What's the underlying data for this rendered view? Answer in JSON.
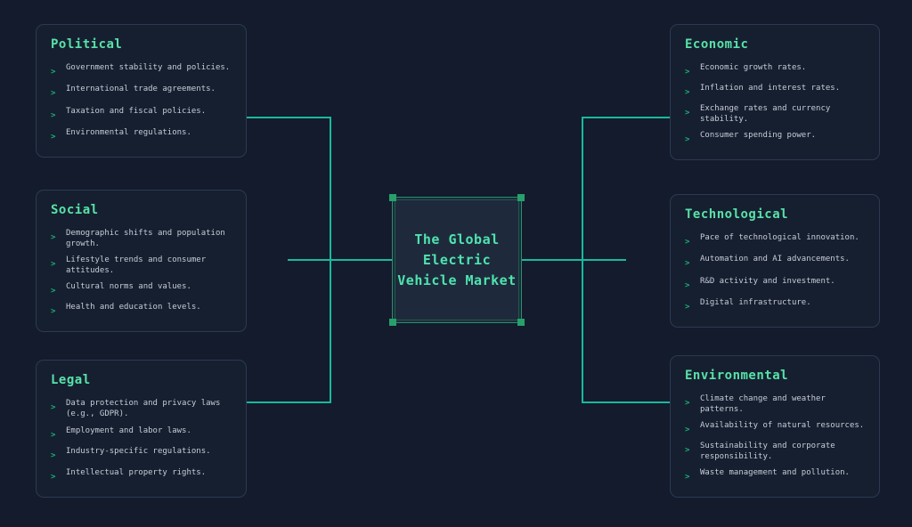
{
  "center": {
    "title": "The Global Electric Vehicle Market",
    "lines": [
      "The Global",
      "Electric",
      "Vehicle Market"
    ]
  },
  "ui": {
    "bullet_char": ">"
  },
  "categories": [
    {
      "title": "Political",
      "items": [
        "Government stability and policies.",
        "International trade agreements.",
        "Taxation and fiscal policies.",
        "Environmental regulations."
      ]
    },
    {
      "title": "Social",
      "items": [
        "Demographic shifts and population growth.",
        "Lifestyle trends and consumer attitudes.",
        "Cultural norms and values.",
        "Health and education levels."
      ]
    },
    {
      "title": "Legal",
      "items": [
        "Data protection and privacy laws (e.g., GDPR).",
        "Employment and labor laws.",
        "Industry-specific regulations.",
        "Intellectual property rights."
      ]
    },
    {
      "title": "Economic",
      "items": [
        "Economic growth rates.",
        "Inflation and interest rates.",
        "Exchange rates and currency stability.",
        "Consumer spending power."
      ]
    },
    {
      "title": "Technological",
      "items": [
        "Pace of technological innovation.",
        "Automation and AI advancements.",
        "R&D activity and investment.",
        "Digital infrastructure."
      ]
    },
    {
      "title": "Environmental",
      "items": [
        "Climate change and weather patterns.",
        "Availability of natural resources.",
        "Sustainability and corporate responsibility.",
        "Waste management and pollution."
      ]
    }
  ],
  "colors": {
    "page-bg": "#131b2c",
    "box-bg": "#161f30",
    "box-border": "#2b3a52",
    "heading": "#57e2a8",
    "body-text": "#c6cdd7",
    "bullet": "#16b576",
    "connector": "#19b99e",
    "center-bg": "#1e2a3c",
    "center-border": "#27916c",
    "center-handle": "#27a06b",
    "center-text": "#4fe3ae"
  }
}
